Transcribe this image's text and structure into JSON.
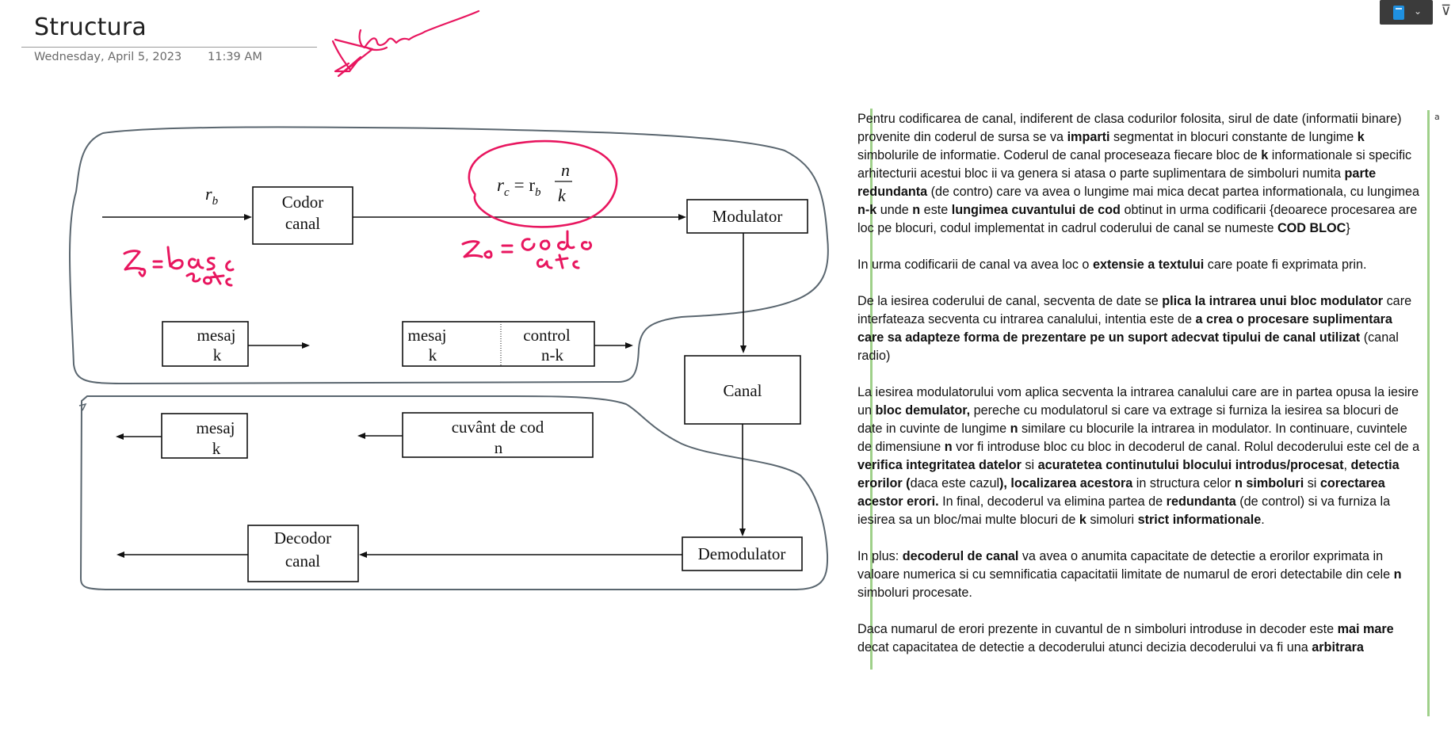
{
  "page": {
    "title": "Structura",
    "date": "Wednesday, April 5, 2023",
    "time": "11:39 AM"
  },
  "toolbar": {
    "notebook_icon": "notebook-icon",
    "dropdown_icon": "chevron-down-icon",
    "filter_icon": "filter-icon"
  },
  "diagram": {
    "rb_label": "r",
    "rb_sub": "b",
    "rc_label": "r",
    "rc_sub": "c",
    "rc_eq": "= r",
    "rc_eq_sub": "b",
    "rc_num": "n",
    "rc_den": "k",
    "codor_line1": "Codor",
    "codor_line2": "canal",
    "modulator": "Modulator",
    "canal": "Canal",
    "demodulator": "Demodulator",
    "decodor_line1": "Decodor",
    "decodor_line2": "canal",
    "mesaj1_line1": "mesaj",
    "mesaj1_line2": "k",
    "mesaj_ctrl_mesaj": "mesaj",
    "mesaj_ctrl_k": "k",
    "mesaj_ctrl_control": "control",
    "mesaj_ctrl_nk": "n-k",
    "mesaj2_line1": "mesaj",
    "mesaj2_line2": "k",
    "cuvant_line1": "cuvânt de cod",
    "cuvant_line2": "n",
    "colors": {
      "ink": "#e8165f",
      "outline": "#5a666f",
      "green_bar": "#9fd08a"
    }
  },
  "side_marker": "a",
  "body": {
    "p1": [
      {
        "t": "Pentru codificarea de canal, indiferent de clasa codurilor folosita, sirul de date (informatii binare) provenite din coderul de sursa se va "
      },
      {
        "t": "imparti",
        "b": true
      },
      {
        "t": " segmentat in blocuri constante de lungime "
      },
      {
        "t": "k",
        "b": true
      },
      {
        "t": " simbolurile de informatie. Coderul de canal proceseaza fiecare bloc de "
      },
      {
        "t": "k",
        "b": true
      },
      {
        "t": " informationale si specific arhitecturii acestui bloc ii va genera si atasa o parte suplimentara de simboluri numita "
      },
      {
        "t": "parte redundanta",
        "b": true
      },
      {
        "t": " (de contro) care va avea o lungime mai mica decat partea informationala, cu lungimea "
      },
      {
        "t": "n-k",
        "b": true
      },
      {
        "t": " unde "
      },
      {
        "t": "n",
        "b": true
      },
      {
        "t": " este "
      },
      {
        "t": "lungimea cuvantului de cod",
        "b": true
      },
      {
        "t": " obtinut in urma codificarii {deoarece procesarea are loc pe blocuri, codul implementat in cadrul coderului de canal se numeste "
      },
      {
        "t": "COD BLOC",
        "b": true
      },
      {
        "t": "}"
      }
    ],
    "p2": [
      {
        "t": "In urma codificarii de canal va avea loc o "
      },
      {
        "t": "extensie a textului",
        "b": true
      },
      {
        "t": " care poate fi exprimata prin."
      }
    ],
    "p3": [
      {
        "t": "De la iesirea coderului de canal, secventa de date se "
      },
      {
        "t": "plica la intrarea unui bloc modulator",
        "b": true
      },
      {
        "t": " care interfateaza secventa cu intrarea canalului, intentia este de "
      },
      {
        "t": "a crea o procesare suplimentara care sa adapteze forma de prezentare pe un suport adecvat tipului de canal utilizat",
        "b": true
      },
      {
        "t": " (canal radio)"
      }
    ],
    "p4": [
      {
        "t": "La iesirea modulatorului vom aplica secventa la intrarea canalului care are in partea opusa la iesire un "
      },
      {
        "t": "bloc demulator,",
        "b": true
      },
      {
        "t": " pereche cu modulatorul si care va extrage si furniza la iesirea sa blocuri de date in cuvinte de lungime "
      },
      {
        "t": "n",
        "b": true
      },
      {
        "t": " similare cu blocurile la intrarea in modulator. In continuare, cuvintele de dimensiune "
      },
      {
        "t": "n",
        "b": true
      },
      {
        "t": " vor fi introduse bloc cu bloc in decoderul de canal. Rolul decoderului este cel de a "
      },
      {
        "t": "verifica integritatea datelor",
        "b": true
      },
      {
        "t": " si "
      },
      {
        "t": "acuratetea continutului blocului introdus/procesat",
        "b": true
      },
      {
        "t": ", "
      },
      {
        "t": "detectia erorilor (",
        "b": true
      },
      {
        "t": "daca este cazul"
      },
      {
        "t": "), localizarea acestora",
        "b": true
      },
      {
        "t": " in structura celor "
      },
      {
        "t": "n simboluri",
        "b": true
      },
      {
        "t": " si "
      },
      {
        "t": "corectarea acestor erori.",
        "b": true
      },
      {
        "t": " In final, decoderul va elimina partea de "
      },
      {
        "t": "redundanta",
        "b": true
      },
      {
        "t": " (de control) si va furniza la iesirea sa un bloc/mai multe blocuri de "
      },
      {
        "t": "k",
        "b": true
      },
      {
        "t": " simoluri "
      },
      {
        "t": "strict informationale",
        "b": true
      },
      {
        "t": "."
      }
    ],
    "p5": [
      {
        "t": "In plus: "
      },
      {
        "t": "decoderul de canal",
        "b": true
      },
      {
        "t": " va avea o anumita capacitate de detectie a erorilor exprimata in valoare numerica si cu semnificatia capacitatii limitate de numarul de erori detectabile din cele "
      },
      {
        "t": "n",
        "b": true
      },
      {
        "t": " simboluri procesate."
      }
    ],
    "p6": [
      {
        "t": "Daca numarul de erori prezente in cuvantul de n simboluri introduse in decoder este "
      },
      {
        "t": "mai mare",
        "b": true
      },
      {
        "t": " decat capacitatea de detectie a decoderului atunci decizia decoderului va fi una "
      },
      {
        "t": "arbitrara",
        "b": true
      }
    ]
  }
}
